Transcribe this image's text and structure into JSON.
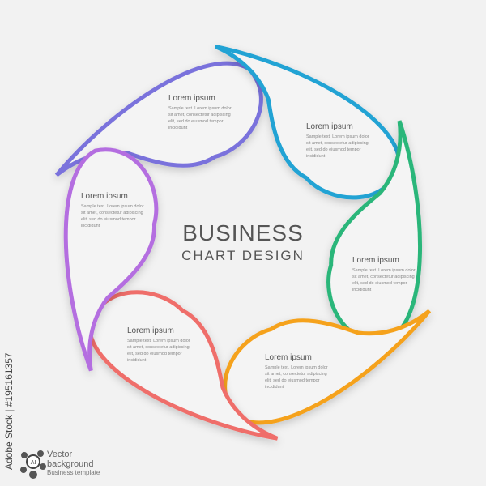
{
  "center": {
    "line1": "BUSINESS",
    "line2": "CHART DESIGN"
  },
  "segments": [
    {
      "title": "Lorem ipsum",
      "text": "Sample text. Lorem ipsum dolor sit amet, consectetur adipiscing elit, sed do eiusmod tempor incididunt",
      "color": "#7a72dc"
    },
    {
      "title": "Lorem ipsum",
      "text": "Sample text. Lorem ipsum dolor sit amet, consectetur adipiscing elit, sed do eiusmod tempor incididunt",
      "color": "#22a3d4"
    },
    {
      "title": "Lorem ipsum",
      "text": "Sample text. Lorem ipsum dolor sit amet, consectetur adipiscing elit, sed do eiusmod tempor incididunt",
      "color": "#2cb67a"
    },
    {
      "title": "Lorem ipsum",
      "text": "Sample text. Lorem ipsum dolor sit amet, consectetur adipiscing elit, sed do eiusmod tempor incididunt",
      "color": "#f5a21e"
    },
    {
      "title": "Lorem ipsum",
      "text": "Sample text. Lorem ipsum dolor sit amet, consectetur adipiscing elit, sed do eiusmod tempor incididunt",
      "color": "#ef6e6a"
    },
    {
      "title": "Lorem ipsum",
      "text": "Sample text. Lorem ipsum dolor sit amet, consectetur adipiscing elit, sed do eiusmod tempor incididunt",
      "color": "#b46ee0"
    }
  ],
  "watermark": {
    "stock": "Adobe Stock | #195161357",
    "logo_text": "AI"
  },
  "footer": {
    "line1": "Vector",
    "line2": "background",
    "line3": "Business template"
  }
}
